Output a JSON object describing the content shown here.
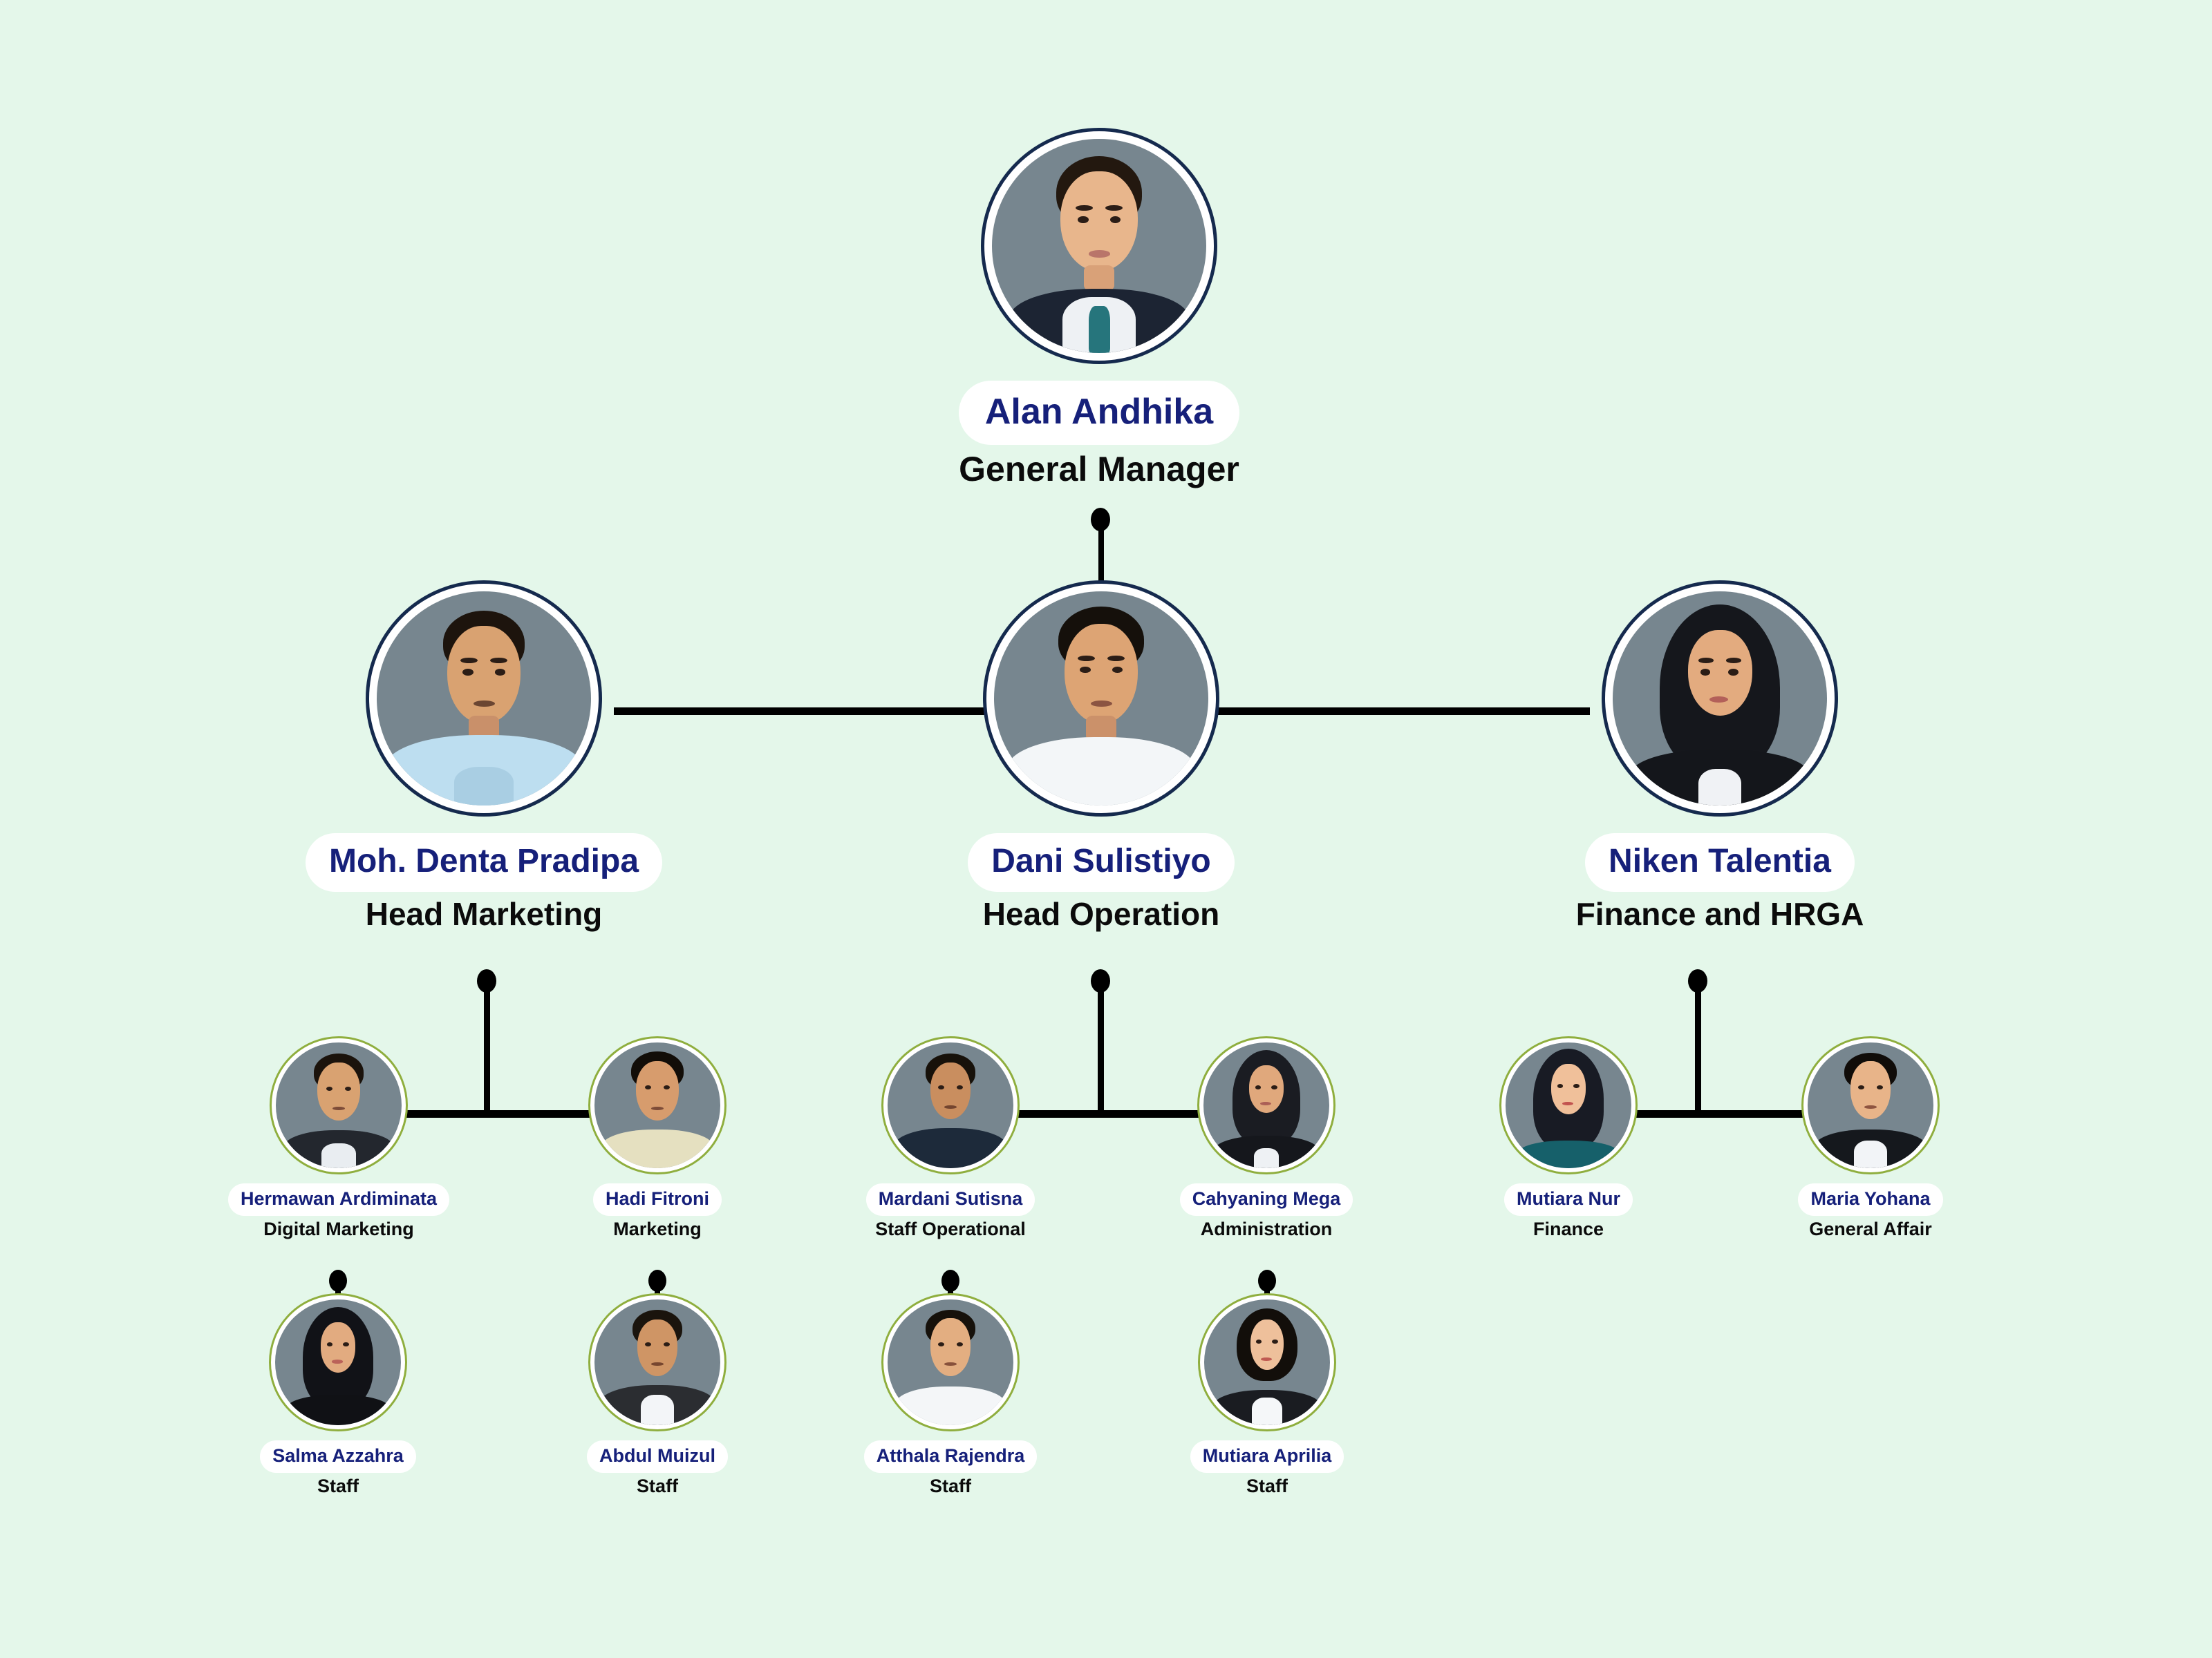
{
  "theme": {
    "background": "#E4F7EA",
    "name_text": "#16207A",
    "role_text": "#0B0B0B",
    "pill_background": "#FFFFFF",
    "ring_primary": "#152A4E",
    "ring_secondary": "#8FAE3E",
    "connector": "#000000",
    "photo_background": "#77868F"
  },
  "org_chart": {
    "type": "organization-chart",
    "levels": 4,
    "level1": {
      "id": "alan-andhika",
      "name": "Alan Andhika",
      "role": "General Manager"
    },
    "level2": [
      {
        "id": "moh-denta-pradipa",
        "name": "Moh. Denta Pradipa",
        "role": "Head Marketing"
      },
      {
        "id": "dani-sulistiyo",
        "name": "Dani Sulistiyo",
        "role": "Head Operation"
      },
      {
        "id": "niken-talentia",
        "name": "Niken Talentia",
        "role": "Finance and HRGA"
      }
    ],
    "level3": [
      {
        "id": "hermawan-ardiminata",
        "name": "Hermawan Ardiminata",
        "role": "Digital Marketing",
        "parent": "moh-denta-pradipa"
      },
      {
        "id": "hadi-fitroni",
        "name": "Hadi Fitroni",
        "role": "Marketing",
        "parent": "moh-denta-pradipa"
      },
      {
        "id": "mardani-sutisna",
        "name": "Mardani Sutisna",
        "role": "Staff Operational",
        "parent": "dani-sulistiyo"
      },
      {
        "id": "cahyaning-mega",
        "name": "Cahyaning Mega",
        "role": "Administration",
        "parent": "dani-sulistiyo"
      },
      {
        "id": "mutiara-nur",
        "name": "Mutiara Nur",
        "role": "Finance",
        "parent": "niken-talentia"
      },
      {
        "id": "maria-yohana",
        "name": "Maria Yohana",
        "role": "General Affair",
        "parent": "niken-talentia"
      }
    ],
    "level4": [
      {
        "id": "salma-azzahra",
        "name": "Salma Azzahra",
        "role": "Staff",
        "parent": "hermawan-ardiminata"
      },
      {
        "id": "abdul-muizul",
        "name": "Abdul Muizul",
        "role": "Staff",
        "parent": "hadi-fitroni"
      },
      {
        "id": "atthala-rajendra",
        "name": "Atthala Rajendra",
        "role": "Staff",
        "parent": "mardani-sutisna"
      },
      {
        "id": "mutiara-aprilia",
        "name": "Mutiara Aprilia",
        "role": "Staff",
        "parent": "cahyaning-mega"
      }
    ]
  }
}
